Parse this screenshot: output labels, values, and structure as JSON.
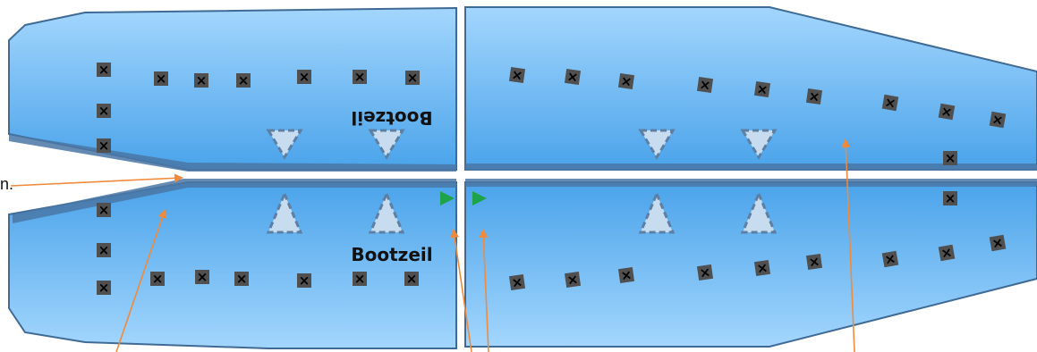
{
  "labels": {
    "top_inner": "Bootzeil",
    "bottom_inner": "Bootzeil",
    "left_cut": "n."
  },
  "colors": {
    "panel_top": "#9bd0fb",
    "panel_bottom": "#3f9be6",
    "panel_stroke": "#3f6a94",
    "strip": "#4a77a6",
    "marker": "#505050",
    "triangle_fill": "#c8dcf0",
    "triangle_stroke": "#5d7fa3",
    "play_marker": "#1fa34a",
    "arrow": "#f08a3c"
  },
  "icons": {
    "marker": "x-marker-icon",
    "triangle": "dashed-triangle-icon",
    "play": "play-triangle-icon",
    "arrow": "callout-arrow-icon"
  }
}
